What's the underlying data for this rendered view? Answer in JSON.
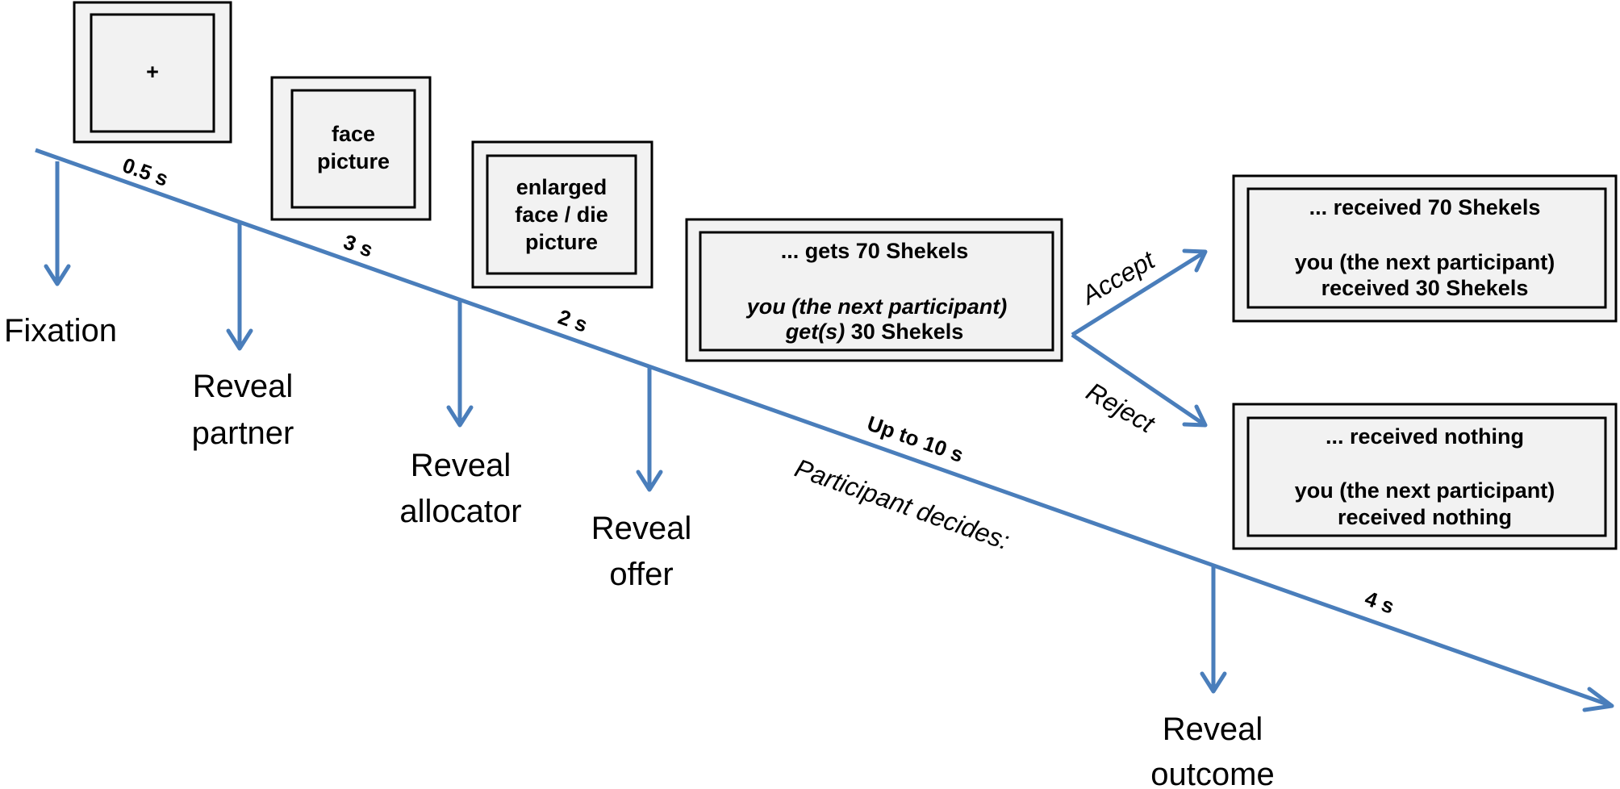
{
  "screens": {
    "fixation": {
      "lines": [
        "+"
      ]
    },
    "partner": {
      "lines": [
        "face",
        "picture"
      ]
    },
    "allocator": {
      "lines": [
        "enlarged",
        "face / die",
        "picture"
      ]
    },
    "offer": {
      "line1": "... gets 70 Shekels",
      "line2": "you (the next participant)",
      "line3_italic": "get(s)",
      "line3_rest": " 30 Shekels"
    },
    "accept_outcome": {
      "line1": "... received 70 Shekels",
      "line2": "you (the next participant)",
      "line3": "received 30 Shekels"
    },
    "reject_outcome": {
      "line1": "... received nothing",
      "line2": "you (the next participant)",
      "line3": "received nothing"
    }
  },
  "durations": {
    "fixation": "0.5 s",
    "partner": "3 s",
    "allocator": "2 s",
    "decision": "Up to 10 s",
    "outcome": "4 s"
  },
  "events": {
    "fixation": [
      "Fixation"
    ],
    "reveal_partner": [
      "Reveal",
      "partner"
    ],
    "reveal_allocator": [
      "Reveal",
      "allocator"
    ],
    "reveal_offer": [
      "Reveal",
      "offer"
    ],
    "reveal_outcome": [
      "Reveal",
      "outcome"
    ]
  },
  "decision": {
    "prompt": "Participant decides:",
    "accept": "Accept",
    "reject": "Reject"
  },
  "colors": {
    "timeline": "#4a7ebb",
    "screen_fill": "#f2f2f2"
  }
}
